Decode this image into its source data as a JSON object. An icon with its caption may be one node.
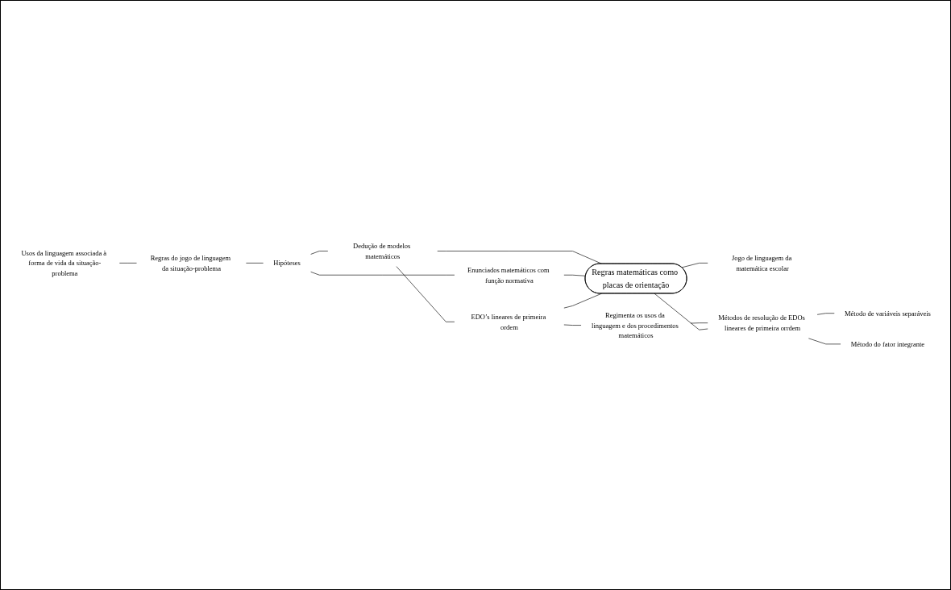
{
  "diagram": {
    "nodes": [
      {
        "text": [
          "Usos da linguagem associada à forma de vida da situação-problema"
        ]
      },
      {
        "text": [
          "Regras do jogo de linguagem da situação-problema"
        ]
      },
      {
        "text": [
          "Hipóteses"
        ]
      },
      {
        "text": [
          "Dedução de modelos matemáticos"
        ]
      },
      {
        "text": [
          "Enunciados matemáticos com função normativa"
        ]
      },
      {
        "text": [
          "EDO’s lineares de primeira ordem"
        ]
      },
      {
        "text": [
          "Regras matemáticas como placas de orientação"
        ]
      },
      {
        "text": [
          "Jogo de linguagem da matemática escolar"
        ]
      },
      {
        "text": [
          "Regimenta os usos da linguagem e dos procedimentos matemáticos"
        ]
      },
      {
        "text": [
          "Métodos de resolução de EDOs lineares de primeira orrdem"
        ]
      },
      {
        "text": [
          "Método de variáveis separáveis"
        ]
      },
      {
        "text": [
          "Método do fator integrante"
        ]
      }
    ],
    "edges": [
      {
        "from": 0,
        "to": 1,
        "arrow": "none"
      },
      {
        "from": 1,
        "to": 2,
        "arrow": "none"
      },
      {
        "from": 2,
        "to": 3,
        "arrow": "none"
      },
      {
        "from": 2,
        "to": 4,
        "arrow": "none"
      },
      {
        "from": 3,
        "to": 5,
        "arrow": "none"
      },
      {
        "from": 3,
        "to": 6,
        "arrow": "none"
      },
      {
        "from": 4,
        "to": 6,
        "arrow": "none"
      },
      {
        "from": 5,
        "to": 6,
        "arrow": "none"
      },
      {
        "from": 6,
        "to": 7,
        "arrow": "none"
      },
      {
        "from": 5,
        "to": 8,
        "arrow": "none"
      },
      {
        "from": 8,
        "to": 9,
        "arrow": "none"
      },
      {
        "from": 6,
        "to": 9,
        "arrow": "none"
      },
      {
        "from": 9,
        "to": 10,
        "arrow": "none"
      },
      {
        "from": 9,
        "to": 11,
        "arrow": "none"
      }
    ]
  }
}
